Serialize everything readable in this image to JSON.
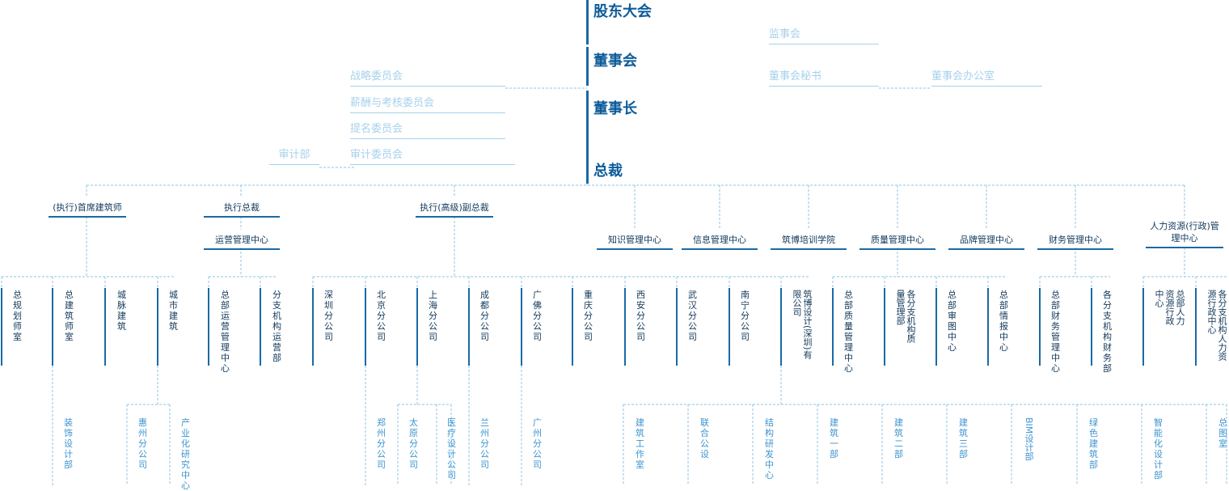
{
  "colors": {
    "primary": "#0d5c99",
    "bar": "#1a6aa5",
    "connector": "#8cc4e6",
    "light_text": "#a7d1ec",
    "node_text": "#11385a",
    "bottom_text": "#3d94cf"
  },
  "governance": {
    "shareholders": "股东大会",
    "board": "董事会",
    "chairman": "董事长",
    "president": "总裁",
    "supervisors": "监事会",
    "board_secretary": "董事会秘书",
    "board_office": "董事会办公室",
    "strategy_committee": "战略委员会",
    "compensation_committee": "薪酬与考核委员会",
    "nomination_committee": "提名委员会",
    "audit_committee": "审计委员会",
    "audit_dept": "审计部"
  },
  "level1": {
    "chief_architect": "(执行)首席建筑师",
    "exec_president": "执行总裁",
    "ops_center": "运营管理中心",
    "vice_president": "执行(高级)副总裁",
    "knowledge": "知识管理中心",
    "info": "信息管理中心",
    "training": "筑博培训学院",
    "quality": "质量管理中心",
    "brand": "品牌管理中心",
    "finance": "财务管理中心",
    "hr": "人力资源(行政)管理中心"
  },
  "level2": [
    "总规划师室",
    "总建筑师室",
    "城脉建筑",
    "城市建筑",
    "总部运营管理中心",
    "分支机构运营部",
    "深圳分公司",
    "北京分公司",
    "上海分公司",
    "成都分公司",
    "广佛分公司",
    "重庆分公司",
    "西安分公司",
    "武汉分公司",
    "南宁分公司",
    "筑博设计(深圳)有限公司",
    "总部质量管理中心",
    "各分支机构质量管理部",
    "总部审图中心",
    "总部情报中心",
    "总部财务管理中心",
    "各分支机构财务部",
    "总部人力资源行政中心",
    "各分支机构人力资源行政中心"
  ],
  "level3": [
    "装饰设计部",
    "惠州分公司",
    "产业化研究中心",
    "郑州分公司",
    "太原分公司",
    "医疗设计公司",
    "兰州分公司",
    "广州分公司",
    "建筑工作室",
    "联合公设",
    "结构研发中心",
    "建筑一部",
    "建筑二部",
    "建筑三部",
    "BIM设计部",
    "绿色建筑部",
    "智能化设计部",
    "总图室"
  ]
}
